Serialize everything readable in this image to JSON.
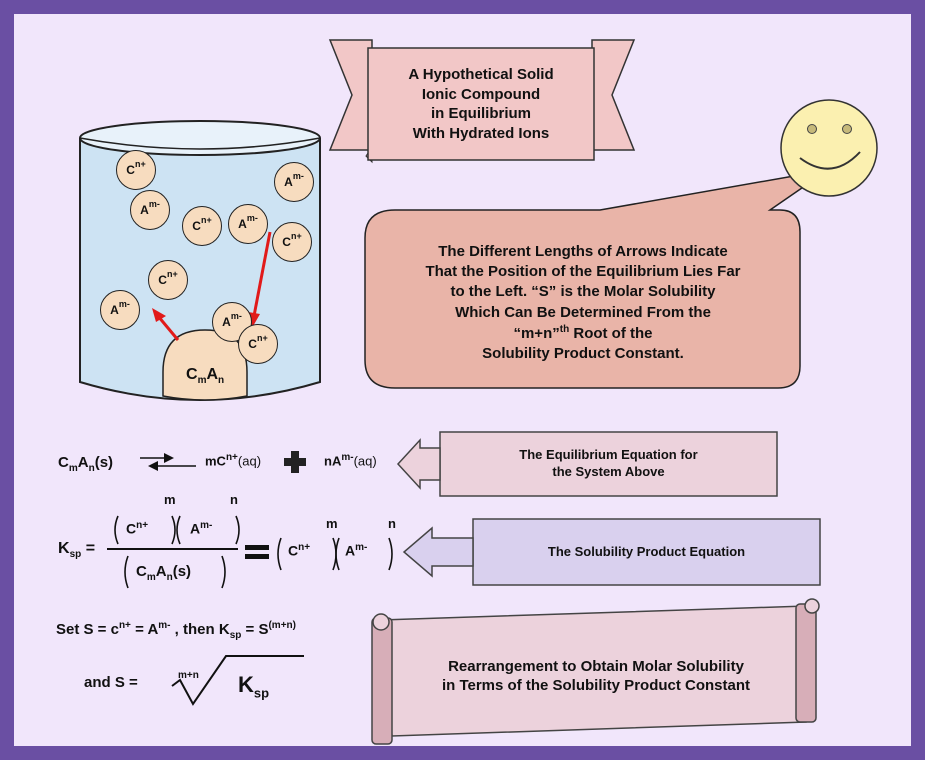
{
  "banner": {
    "text": "A Hypothetical Solid Ionic Compound in Equilibrium With Hydrated Ions",
    "lines": [
      "A Hypothetical Solid",
      "Ionic Compound",
      "in Equilibrium",
      "With Hydrated Ions"
    ]
  },
  "callout": {
    "lines": [
      "The Different Lengths of Arrows Indicate",
      "That the Position of the Equilibrium Lies Far",
      "to the Left. “S” is the Molar Solubility",
      "Which Can Be Determined From the",
      "“m+n”",
      "th",
      "Root of the",
      "Solubility Product Constant."
    ]
  },
  "beaker": {
    "solid": {
      "base_c": "C",
      "sub_m": "m",
      "base_a": "A",
      "sub_n": "n"
    },
    "ions": [
      {
        "base": "C",
        "charge": "n+"
      },
      {
        "base": "A",
        "charge": "m-"
      },
      {
        "base": "A",
        "charge": "m-"
      },
      {
        "base": "C",
        "charge": "n+"
      },
      {
        "base": "A",
        "charge": "m-"
      },
      {
        "base": "C",
        "charge": "n+"
      },
      {
        "base": "C",
        "charge": "n+"
      },
      {
        "base": "A",
        "charge": "m-"
      },
      {
        "base": "A",
        "charge": "m-"
      },
      {
        "base": "C",
        "charge": "n+"
      }
    ]
  },
  "equilibrium": {
    "lhs_c": "C",
    "lhs_m": "m",
    "lhs_a": "A",
    "lhs_n": "n",
    "lhs_state": "(s)",
    "product1_coef": "mC",
    "product1_charge": "n+",
    "product1_state": "(aq)",
    "product2_coef": "nA",
    "product2_charge": "m-",
    "product2_state": "(aq)",
    "label_lines": [
      "The Equilibrium Equation for",
      "the System Above"
    ]
  },
  "ksp": {
    "k": "K",
    "k_sub": "sp",
    "equals": "=",
    "num_c": "C",
    "num_c_charge": "n+",
    "num_a": "A",
    "num_a_charge": "m-",
    "exp_m": "m",
    "exp_n": "n",
    "den_c": "C",
    "den_m": "m",
    "den_a": "A",
    "den_n": "n",
    "den_state": "(s)",
    "rhs_c": "C",
    "rhs_c_charge": "n+",
    "rhs_a": "A",
    "rhs_a_charge": "m-",
    "rhs_exp_m": "m",
    "rhs_exp_n": "n",
    "label": "The Solubility Product Equation"
  },
  "solubility": {
    "line1_a": "Set S = c",
    "line1_c_charge": "n+",
    "line1_b": " = A",
    "line1_a_charge": "m-",
    "line1_c": " , then K",
    "line1_sp": "sp",
    "line1_d": " = S",
    "line1_exp": "(m+n)",
    "line2_a": "and S =",
    "root_index": "m+n",
    "root_k": "K",
    "root_sp": "sp",
    "scroll_lines": [
      "Rearrangement to Obtain Molar Solubility",
      "in Terms of the Solubility Product Constant"
    ]
  },
  "colors": {
    "frame": "#6a4fa3",
    "background": "#f1e6fb",
    "water": "#cde3f3",
    "ion_fill": "#f7dcbf",
    "banner_fill": "#f2c7c7",
    "callout_fill": "#e9b4a8",
    "eq_label_fill": "#ecd2dc",
    "ksp_label_fill": "#d9d0ee",
    "scroll_fill": "#ecd2dc",
    "arrow_red": "#e11a1a",
    "face_fill": "#fbf0b0"
  }
}
